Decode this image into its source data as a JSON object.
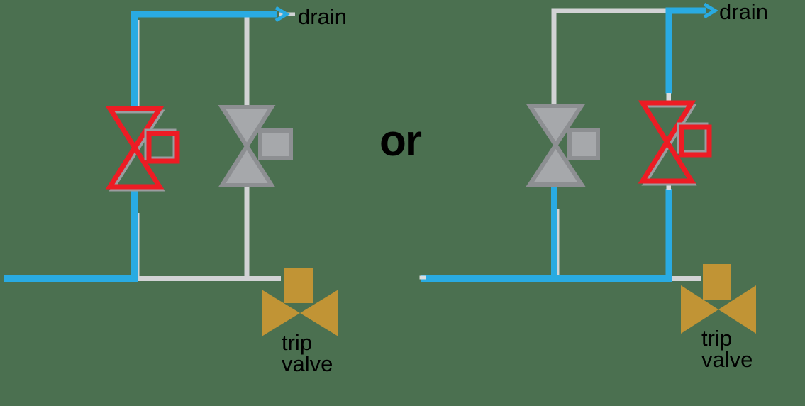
{
  "canvas": {
    "background": "#4B7050"
  },
  "colors": {
    "pipe_active": "#29ABE2",
    "pipe_inactive": "#D2D3D5",
    "valve_open": "#ED1C24",
    "valve_closed_fill": "#A6A8AB",
    "valve_closed_border": "#8D8F92",
    "trip_valve": "#C19435",
    "shadow_gray": "#9A9DA0",
    "stub_light": "#DADCDD",
    "label_text": "#000000"
  },
  "left_diagram": {
    "drain_label": "drain",
    "trip_valve_label": [
      "trip",
      "valve"
    ]
  },
  "or_label": "or",
  "right_diagram": {
    "drain_label": "drain",
    "trip_valve_label": [
      "trip",
      "valve"
    ]
  }
}
